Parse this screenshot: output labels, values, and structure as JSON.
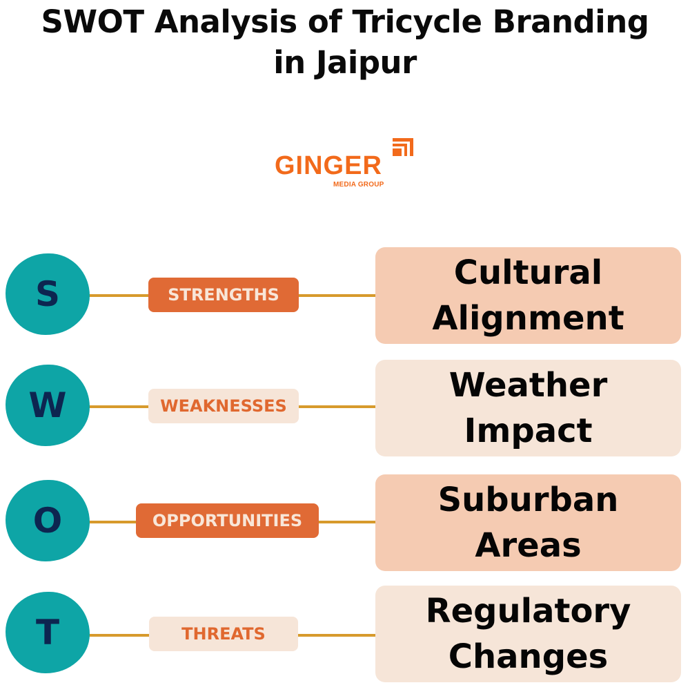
{
  "title": {
    "line1": "SWOT Analysis of Tricycle Branding",
    "line2": "in Jaipur"
  },
  "logo": {
    "name": "GINGER",
    "tagline": "MEDIA GROUP",
    "icon": "corner-brackets-icon",
    "color": "#f26a1b"
  },
  "colors": {
    "circle": "#0ea5a6",
    "letter": "#0d2550",
    "connector": "#d79a2c",
    "pill_dark": "#e06a35",
    "pill_light": "#f6e5d8",
    "card_dark": "#f5cbb2",
    "card_light": "#f6e5d8"
  },
  "swot": [
    {
      "letter": "S",
      "label": "STRENGTHS",
      "item_line1": "Cultural",
      "item_line2": "Alignment"
    },
    {
      "letter": "W",
      "label": "WEAKNESSES",
      "item_line1": "Weather",
      "item_line2": "Impact"
    },
    {
      "letter": "O",
      "label": "OPPORTUNITIES",
      "item_line1": "Suburban",
      "item_line2": "Areas"
    },
    {
      "letter": "T",
      "label": "THREATS",
      "item_line1": "Regulatory",
      "item_line2": "Changes"
    }
  ]
}
